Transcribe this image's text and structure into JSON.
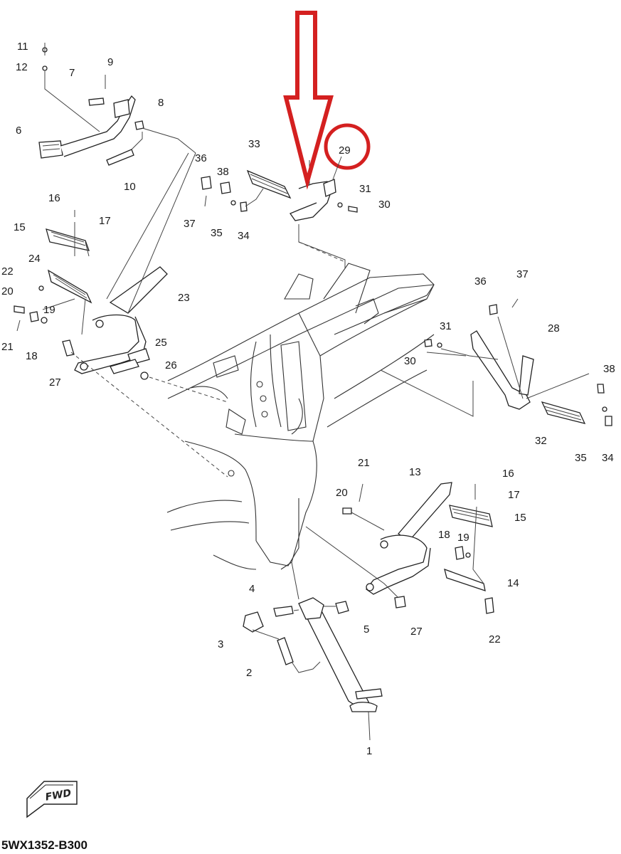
{
  "diagram_code": "5WX1352-B300",
  "fwd_label": "FWD",
  "highlight_label": "29",
  "colors": {
    "highlight": "#d42020",
    "line": "#222222"
  },
  "part_labels": [
    {
      "id": "l11",
      "text": "11"
    },
    {
      "id": "l12",
      "text": "12"
    },
    {
      "id": "l7",
      "text": "7"
    },
    {
      "id": "l9",
      "text": "9"
    },
    {
      "id": "l8",
      "text": "8"
    },
    {
      "id": "l6",
      "text": "6"
    },
    {
      "id": "l10",
      "text": "10"
    },
    {
      "id": "l36a",
      "text": "36"
    },
    {
      "id": "l38a",
      "text": "38"
    },
    {
      "id": "l33",
      "text": "33"
    },
    {
      "id": "l37a",
      "text": "37"
    },
    {
      "id": "l35a",
      "text": "35"
    },
    {
      "id": "l34a",
      "text": "34"
    },
    {
      "id": "l31a",
      "text": "31"
    },
    {
      "id": "l30a",
      "text": "30"
    },
    {
      "id": "l16a",
      "text": "16"
    },
    {
      "id": "l17a",
      "text": "17"
    },
    {
      "id": "l15a",
      "text": "15"
    },
    {
      "id": "l24",
      "text": "24"
    },
    {
      "id": "l22a",
      "text": "22"
    },
    {
      "id": "l20a",
      "text": "20"
    },
    {
      "id": "l19a",
      "text": "19"
    },
    {
      "id": "l21a",
      "text": "21"
    },
    {
      "id": "l18a",
      "text": "18"
    },
    {
      "id": "l23",
      "text": "23"
    },
    {
      "id": "l25",
      "text": "25"
    },
    {
      "id": "l26",
      "text": "26"
    },
    {
      "id": "l27a",
      "text": "27"
    },
    {
      "id": "l36b",
      "text": "36"
    },
    {
      "id": "l37b",
      "text": "37"
    },
    {
      "id": "l31b",
      "text": "31"
    },
    {
      "id": "l30b",
      "text": "30"
    },
    {
      "id": "l28",
      "text": "28"
    },
    {
      "id": "l38b",
      "text": "38"
    },
    {
      "id": "l32",
      "text": "32"
    },
    {
      "id": "l35b",
      "text": "35"
    },
    {
      "id": "l34b",
      "text": "34"
    },
    {
      "id": "l21b",
      "text": "21"
    },
    {
      "id": "l13",
      "text": "13"
    },
    {
      "id": "l16b",
      "text": "16"
    },
    {
      "id": "l20b",
      "text": "20"
    },
    {
      "id": "l17b",
      "text": "17"
    },
    {
      "id": "l15b",
      "text": "15"
    },
    {
      "id": "l18b",
      "text": "18"
    },
    {
      "id": "l19b",
      "text": "19"
    },
    {
      "id": "l14",
      "text": "14"
    },
    {
      "id": "l4",
      "text": "4"
    },
    {
      "id": "l5",
      "text": "5"
    },
    {
      "id": "l27b",
      "text": "27"
    },
    {
      "id": "l22b",
      "text": "22"
    },
    {
      "id": "l3",
      "text": "3"
    },
    {
      "id": "l2",
      "text": "2"
    },
    {
      "id": "l1",
      "text": "1"
    }
  ]
}
